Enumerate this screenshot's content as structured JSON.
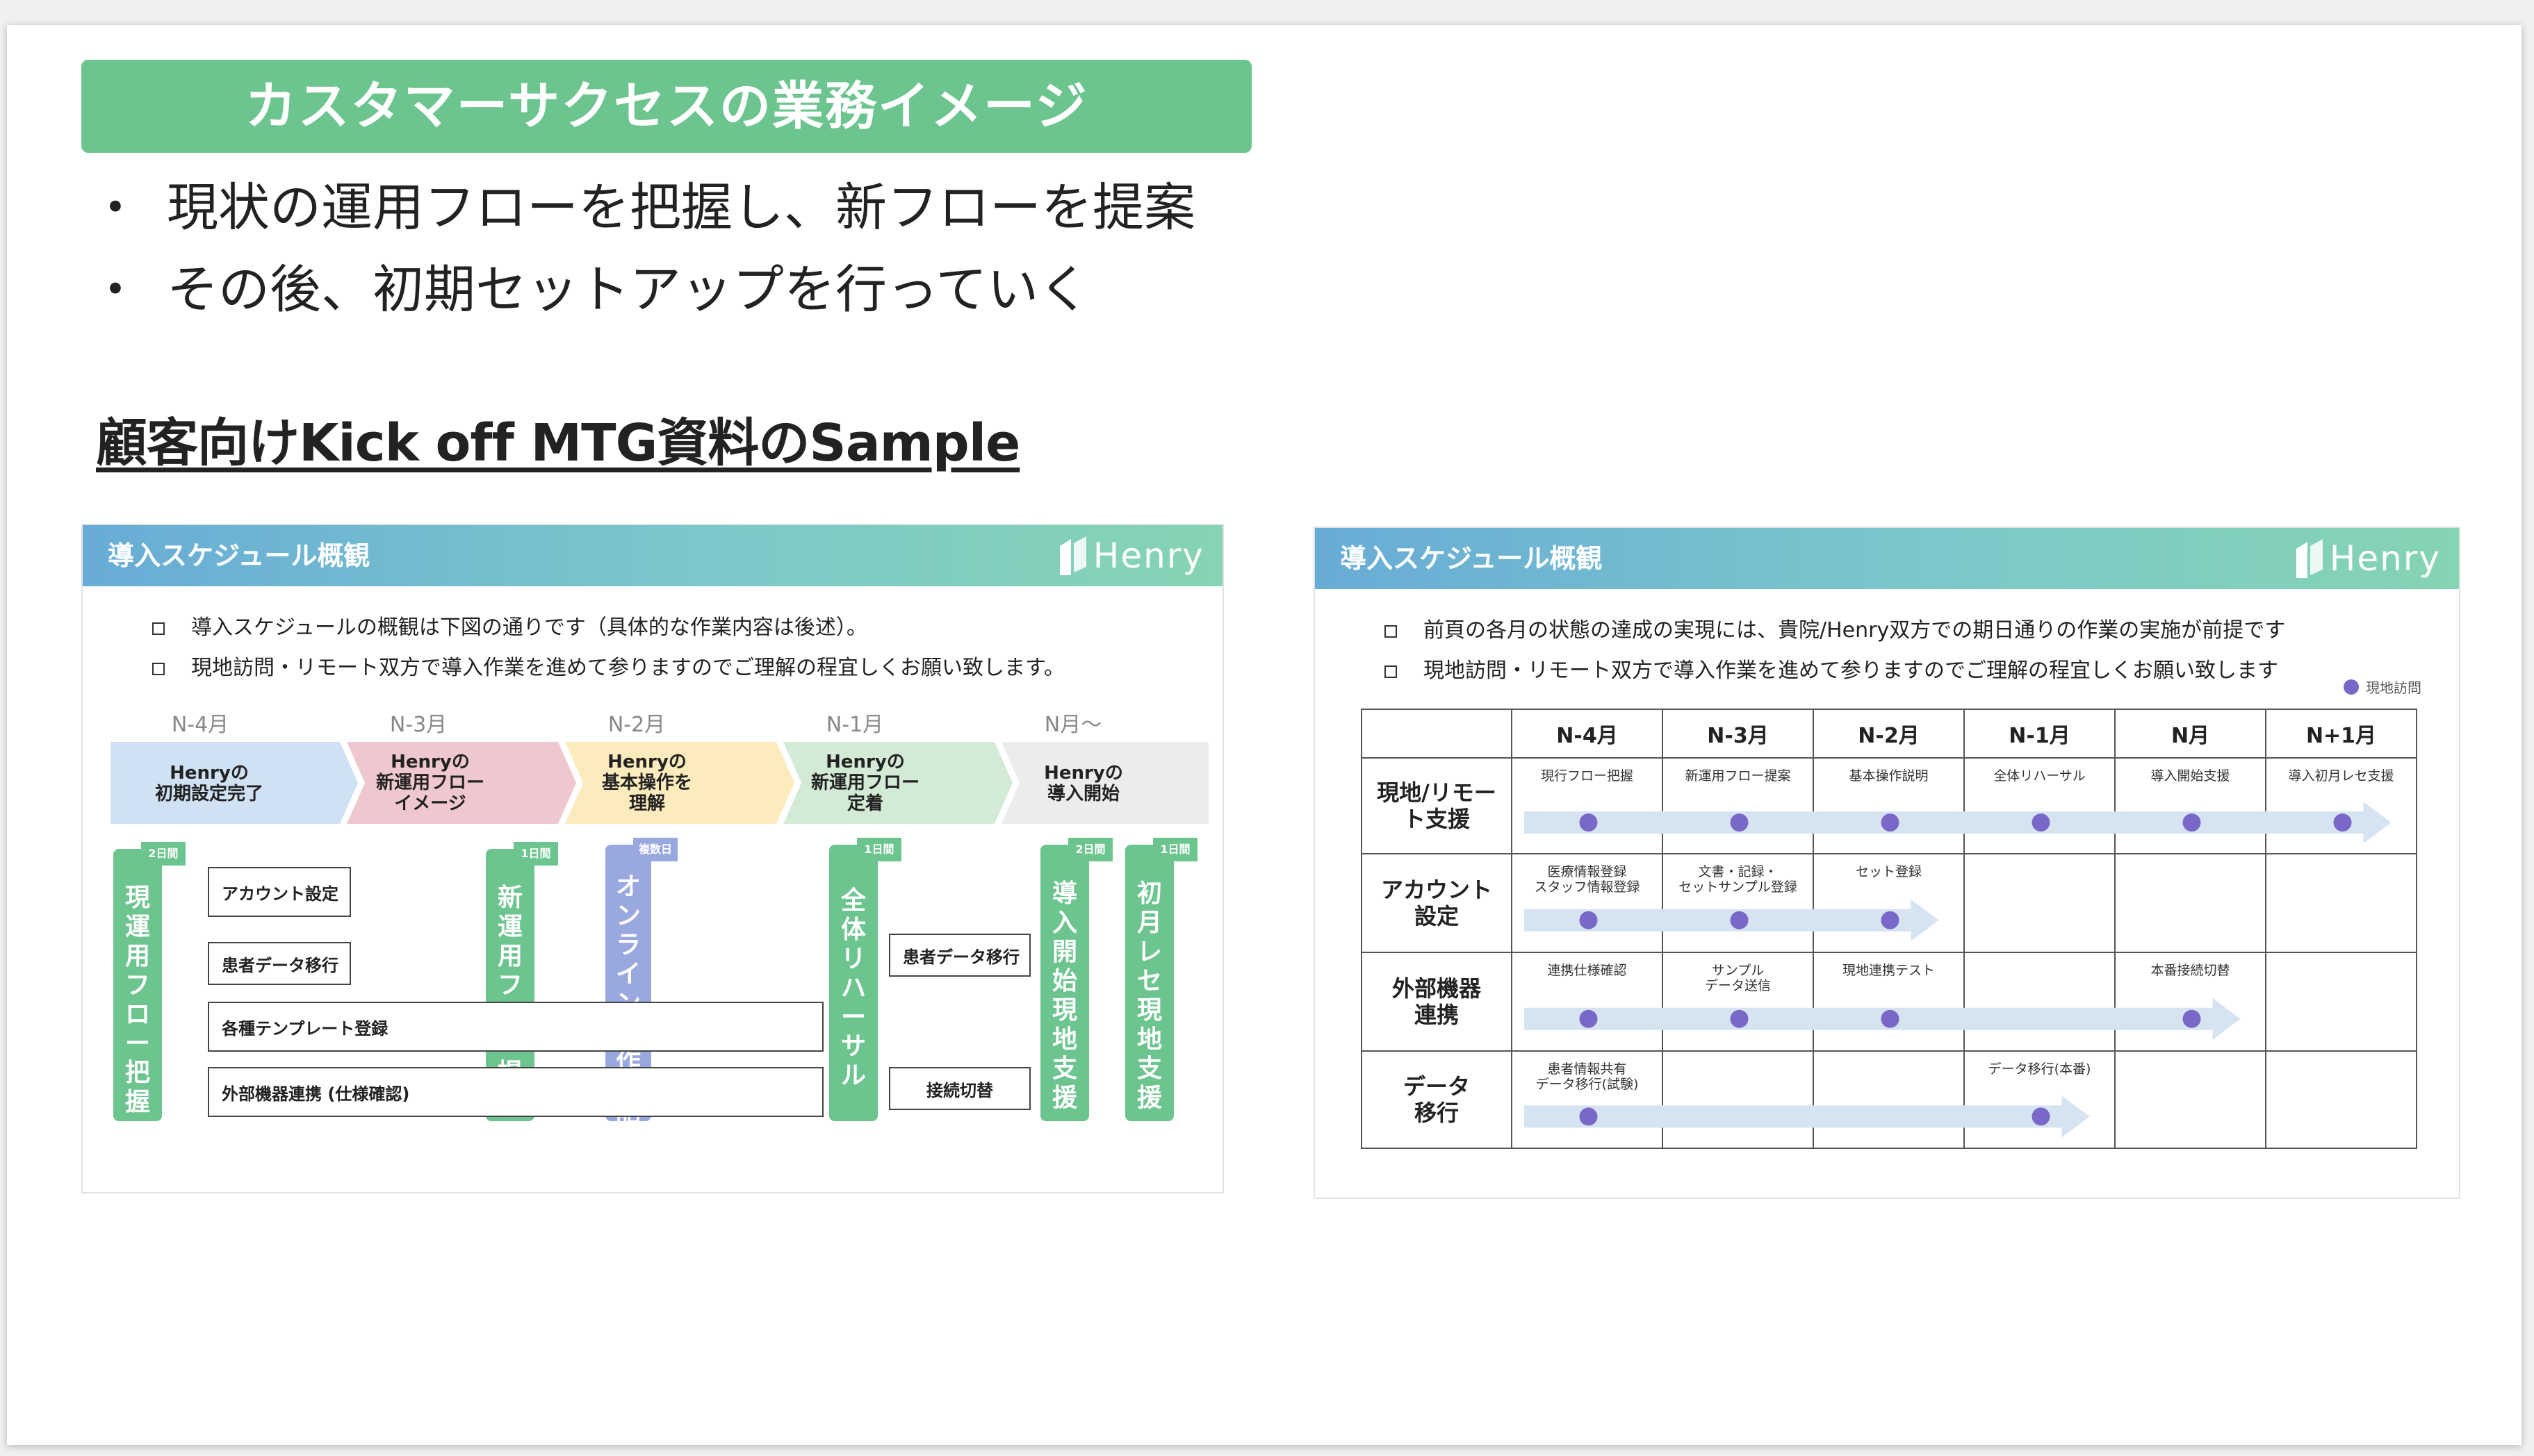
{
  "banner": "カスタマーサクセスの業務イメージ",
  "bullets": [
    "現状の運用フローを把握し、新フローを提案",
    "その後、初期セットアップを行っていく"
  ],
  "subtitle": "顧客向けKick off MTG資料のSample",
  "slide1": {
    "header": "導入スケジュール概観",
    "brand": "Henry",
    "notes": [
      "導入スケジュールの概観は下図の通りです（具体的な作業内容は後述）。",
      "現地訪問・リモート双方で導入作業を進めて参りますのでご理解の程宜しくお願い致します。"
    ],
    "months": [
      "N-4月",
      "N-3月",
      "N-2月",
      "N-1月",
      "N月～"
    ],
    "phases": [
      "Henryの\n初期設定完了",
      "Henryの\n新運用フロー\nイメージ",
      "Henryの\n基本操作を\n理解",
      "Henryの\n新運用フロー\n定着",
      "Henryの\n導入開始"
    ],
    "phase_colors": [
      "#cfe1f2",
      "#efc8cf",
      "#fbebbd",
      "#d3ebd4",
      "#ececec"
    ],
    "flags": [
      {
        "tag": "2日間",
        "text": "現運用フロー把握"
      },
      {
        "tag": "1日間",
        "text": "新運用フロー提案"
      },
      {
        "tag": "複数日",
        "text": "オンライン操作説明"
      },
      {
        "tag": "1日間",
        "text": "全体リハーサル"
      },
      {
        "tag": "2日間",
        "text": "導入開始現地支援"
      },
      {
        "tag": "1日間",
        "text": "初月レセ現地支援"
      }
    ],
    "tasks": [
      "アカウント設定",
      "患者データ移行",
      "各種テンプレート登録",
      "外部機器連携 (仕様確認)",
      "患者データ移行",
      "接続切替"
    ]
  },
  "slide2": {
    "header": "導入スケジュール概観",
    "brand": "Henry",
    "notes": [
      "前頁の各月の状態の達成の実現には、貴院/Henry双方での期日通りの作業の実施が前提です",
      "現地訪問・リモート双方で導入作業を進めて参りますのでご理解の程宜しくお願い致します"
    ],
    "legend": "現地訪問",
    "columns": [
      "N-4月",
      "N-3月",
      "N-2月",
      "N-1月",
      "N月",
      "N+1月"
    ],
    "rows": [
      {
        "label": "現地/リモー\nト支援",
        "cells": [
          "現行フロー把握",
          "新運用フロー提案",
          "基本操作説明",
          "全体リハーサル",
          "導入開始支援",
          "導入初月レセ支援"
        ]
      },
      {
        "label": "アカウント\n設定",
        "cells": [
          "医療情報登録\nスタッフ情報登録",
          "文書・記録・\nセットサンプル登録",
          "セット登録",
          "",
          "",
          ""
        ]
      },
      {
        "label": "外部機器\n連携",
        "cells": [
          "連携仕様確認",
          "サンプル\nデータ送信",
          "現地連携テスト",
          "",
          "本番接続切替",
          ""
        ]
      },
      {
        "label": "データ\n移行",
        "cells": [
          "患者情報共有\nデータ移行(試験)",
          "",
          "",
          "データ移行(本番)",
          "",
          ""
        ]
      }
    ]
  },
  "colors": {
    "green": "#6cc48e",
    "purple": "#7a68c8",
    "arrow": "#d6e4f2"
  }
}
